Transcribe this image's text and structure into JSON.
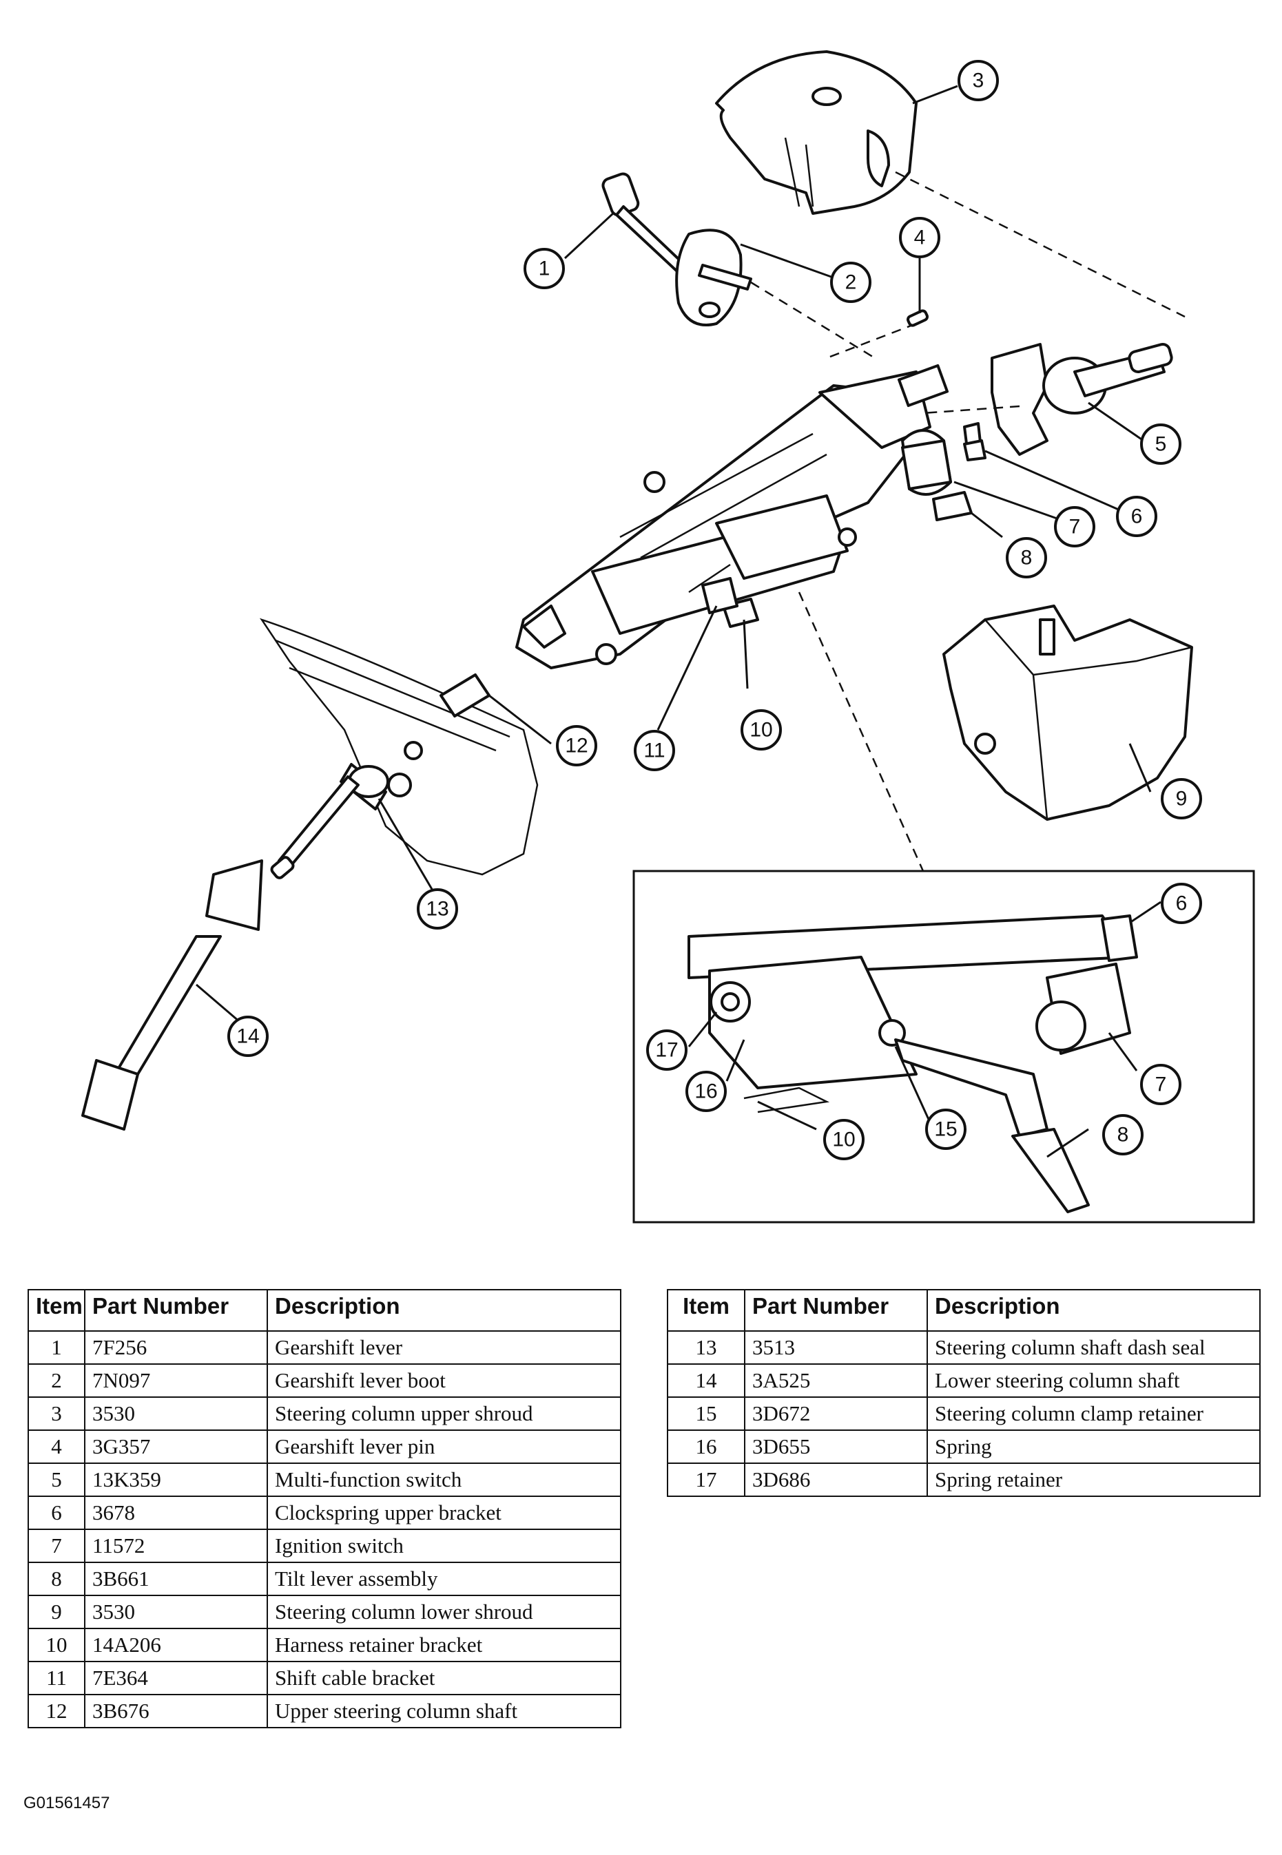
{
  "callouts": {
    "c1": "1",
    "c2": "2",
    "c3": "3",
    "c4": "4",
    "c5": "5",
    "c6": "6",
    "c7": "7",
    "c8": "8",
    "c9": "9",
    "c10": "10",
    "c11": "11",
    "c12": "12",
    "c13": "13",
    "c14": "14",
    "i6": "6",
    "i7": "7",
    "i8": "8",
    "i10": "10",
    "i15": "15",
    "i16": "16",
    "i17": "17"
  },
  "table_headers": {
    "item": "Item",
    "part_number": "Part Number",
    "description": "Description"
  },
  "parts_left": [
    {
      "item": "1",
      "part_number": "7F256",
      "description": "Gearshift lever"
    },
    {
      "item": "2",
      "part_number": "7N097",
      "description": "Gearshift lever boot"
    },
    {
      "item": "3",
      "part_number": "3530",
      "description": "Steering column upper shroud"
    },
    {
      "item": "4",
      "part_number": "3G357",
      "description": "Gearshift lever pin"
    },
    {
      "item": "5",
      "part_number": "13K359",
      "description": "Multi-function switch"
    },
    {
      "item": "6",
      "part_number": "3678",
      "description": "Clockspring upper bracket"
    },
    {
      "item": "7",
      "part_number": "11572",
      "description": "Ignition switch"
    },
    {
      "item": "8",
      "part_number": "3B661",
      "description": "Tilt lever assembly"
    },
    {
      "item": "9",
      "part_number": "3530",
      "description": "Steering column lower shroud"
    },
    {
      "item": "10",
      "part_number": "14A206",
      "description": "Harness retainer bracket"
    },
    {
      "item": "11",
      "part_number": "7E364",
      "description": "Shift cable bracket"
    },
    {
      "item": "12",
      "part_number": "3B676",
      "description": "Upper steering column shaft"
    }
  ],
  "parts_right": [
    {
      "item": "13",
      "part_number": "3513",
      "description": "Steering column shaft dash seal"
    },
    {
      "item": "14",
      "part_number": "3A525",
      "description": "Lower steering column shaft"
    },
    {
      "item": "15",
      "part_number": "3D672",
      "description": "Steering column clamp retainer"
    },
    {
      "item": "16",
      "part_number": "3D655",
      "description": "Spring"
    },
    {
      "item": "17",
      "part_number": "3D686",
      "description": "Spring retainer"
    }
  ],
  "figure_id": "G01561457"
}
